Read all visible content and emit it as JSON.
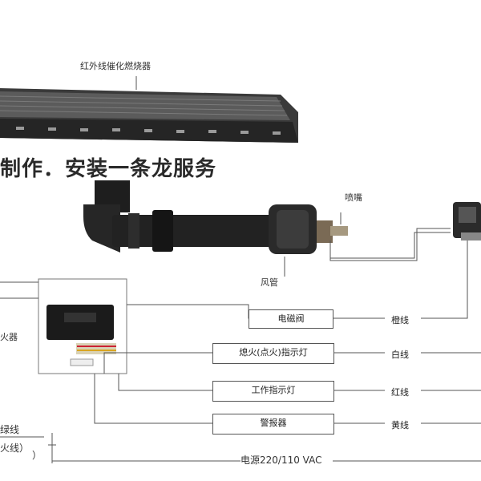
{
  "title_burner": "红外线催化燃烧器",
  "banner": "制作．安装一条龙服务",
  "nozzle_label": "喷嘴",
  "air_duct_label": "风管",
  "controller_label": "火器",
  "boxes": {
    "solenoid": "电磁阀",
    "flame_indicator": "熄火(点火)指示灯",
    "work_indicator": "工作指示灯",
    "alarm": "警报器"
  },
  "wires": {
    "orange": "橙线",
    "white": "白线",
    "red": "红线",
    "yellow": "黄线"
  },
  "left_labels": {
    "green": "绿线",
    "fire": "火线）",
    "paren": "）"
  },
  "power": "电源220/110 VAC"
}
